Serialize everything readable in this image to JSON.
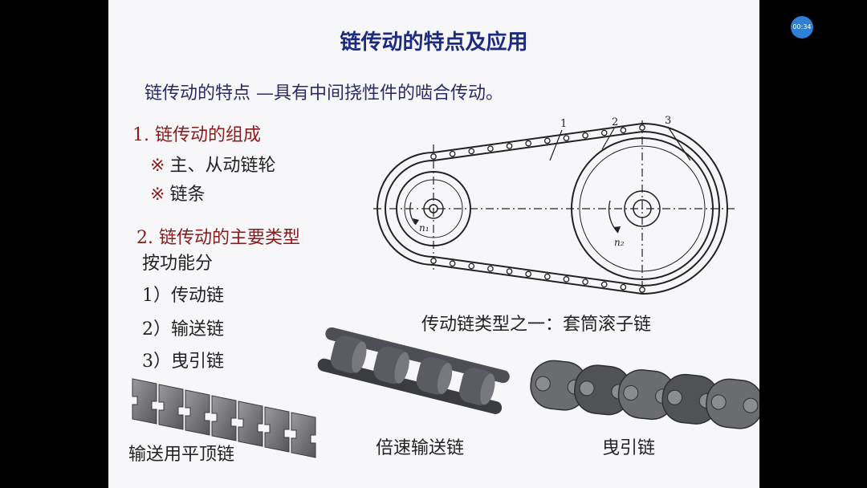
{
  "slide": {
    "title": "链传动的特点及应用",
    "subtitle": "链传动的特点 —具有中间挠性件的啮合传动。",
    "section1": {
      "heading": "1. 链传动的组成",
      "items": [
        {
          "mark": "※",
          "text": "主、从动链轮"
        },
        {
          "mark": "※",
          "text": "链条"
        }
      ]
    },
    "section2": {
      "heading": "2. 链传动的主要类型",
      "subheading": "按功能分",
      "items": [
        "1）传动链",
        "2）输送链",
        "3）曳引链"
      ]
    },
    "diagram": {
      "callouts": [
        "1",
        "2",
        "3"
      ],
      "speed_labels": [
        "n₁",
        "n₂"
      ],
      "caption": "传动链类型之一：套筒滚子链"
    },
    "images": [
      {
        "caption": "输送用平顶链"
      },
      {
        "caption": "倍速输送链"
      },
      {
        "caption": "曳引链"
      }
    ]
  },
  "player": {
    "time": "00:34"
  }
}
